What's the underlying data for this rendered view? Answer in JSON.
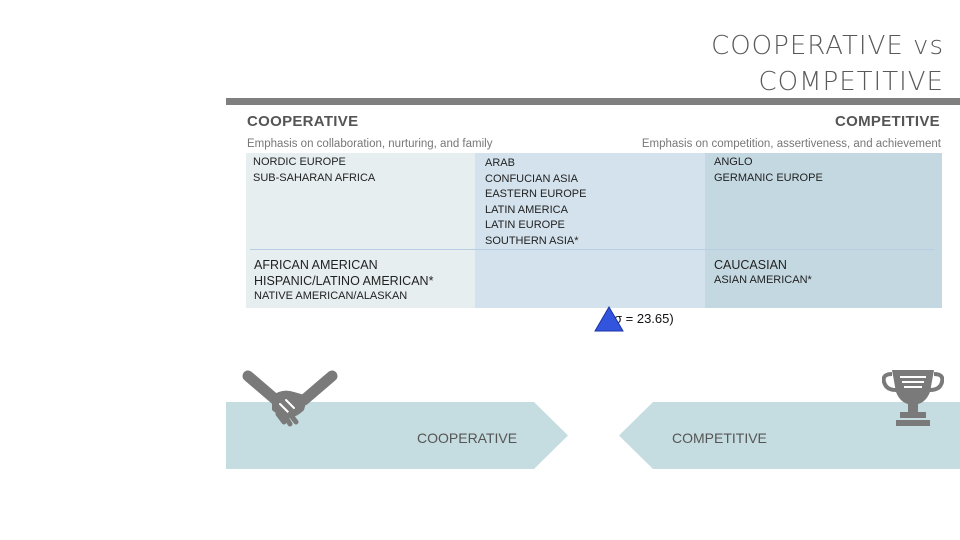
{
  "slide_title": "COOPERATIVE vs\nCOMPETITIVE",
  "scale": {
    "left_heading": "COOPERATIVE",
    "right_heading": "COMPETITIVE",
    "left_description": "Emphasis on collaboration, nurturing, and family",
    "right_description": "Emphasis on competition, assertiveness, and achievement"
  },
  "regions": {
    "cooperative": [
      "NORDIC EUROPE",
      "SUB-SAHARAN AFRICA"
    ],
    "middle": [
      "ARAB",
      "CONFUCIAN ASIA",
      "EASTERN EUROPE",
      "LATIN AMERICA",
      "LATIN EUROPE",
      "SOUTHERN ASIA*"
    ],
    "competitive": [
      "ANGLO",
      "GERMANIC EUROPE"
    ]
  },
  "us_groups": {
    "cooperative_large": [
      "AFRICAN AMERICAN",
      "HISPANIC/LATINO AMERICAN*"
    ],
    "cooperative_small": "NATIVE AMERICAN/ALASKAN",
    "competitive_large": "CAUCASIAN",
    "competitive_small": "ASIAN AMERICAN*"
  },
  "mean_marker": {
    "label": "σ = 23.65)",
    "color": "#3355dd"
  },
  "banner": {
    "left_label": "COOPERATIVE",
    "right_label": "COMPETITIVE",
    "arrow_color": "#c5dde0",
    "icon_color": "#7a7a7a",
    "left_icon": "handshake-icon",
    "right_icon": "trophy-icon"
  }
}
